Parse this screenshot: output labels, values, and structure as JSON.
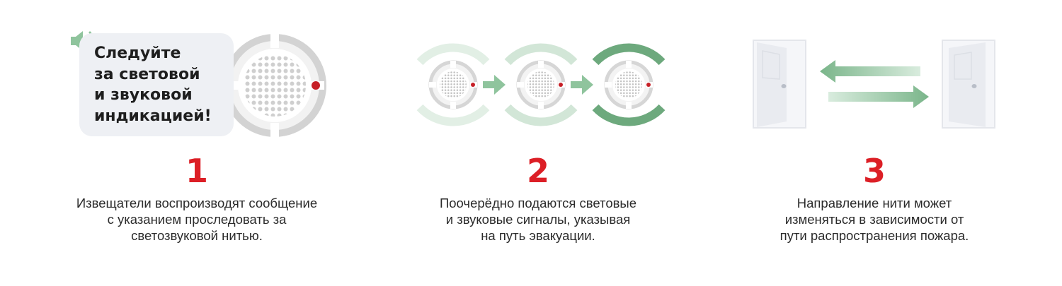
{
  "step1": {
    "bubble_lines": [
      "Следуйте",
      "за световой",
      "и звуковой",
      "индикацией!"
    ],
    "number": "1",
    "description_lines": [
      "Извещатели воспроизводят сообщение",
      "с указанием проследовать за",
      "светозвуковой нитью."
    ],
    "icons": [
      "speaker-icon",
      "detector-icon"
    ]
  },
  "step2": {
    "number": "2",
    "description_lines": [
      "Поочерёдно подаются световые",
      "и звуковые сигналы, указывая",
      "на путь эвакуации."
    ],
    "icons": [
      "detector-icon",
      "arrow-right-icon",
      "detector-icon",
      "arrow-right-icon",
      "detector-icon"
    ]
  },
  "step3": {
    "number": "3",
    "description_lines": [
      "Направление нити может",
      "изменяться в зависимости от",
      "пути распространения пожара."
    ],
    "icons": [
      "door-icon",
      "arrow-left-icon",
      "arrow-right-icon",
      "door-icon"
    ]
  },
  "colors": {
    "accent_red": "#dc1f26",
    "green_strong": "#6da97d",
    "green_light": "#d6ebdb",
    "bubble_bg": "#eef0f4",
    "door_gray": "#eceef3"
  }
}
